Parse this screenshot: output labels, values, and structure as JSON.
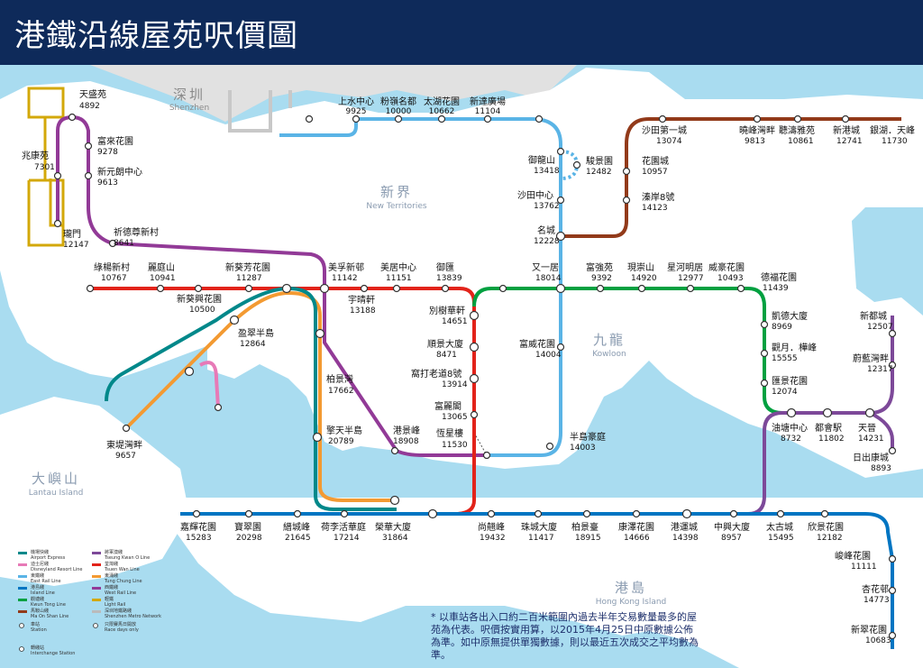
{
  "header": {
    "title": "港鐵沿線屋苑呎價圖"
  },
  "regions": {
    "shenzhen": {
      "cn": "深圳",
      "en": "Shenzhen"
    },
    "new_territories": {
      "cn": "新界",
      "en": "New Territories"
    },
    "kowloon": {
      "cn": "九龍",
      "en": "Kowloon"
    },
    "lantau": {
      "cn": "大嶼山",
      "en": "Lantau Island"
    },
    "hk_island": {
      "cn": "港島",
      "en": "Hong Kong Island"
    }
  },
  "line_colors": {
    "east_rail": "#5ab4e6",
    "west_rail": "#923a97",
    "tsuen_wan": "#e2231a",
    "kwun_tong": "#00a040",
    "island": "#0075c2",
    "tung_chung": "#f39a32",
    "airport_express": "#00888a",
    "ma_on_shan": "#923a1a",
    "tseung_kwan_o": "#7d4999",
    "disneyland": "#e77ab7",
    "light_rail": "#d3a809"
  },
  "stations": [
    {
      "id": "tin-shui-wai",
      "name": "天盛苑",
      "price": "4892"
    },
    {
      "id": "fu-lai",
      "name": "富來花園",
      "price": "9278"
    },
    {
      "id": "siu-hong",
      "name": "兆康苑",
      "price": "7301"
    },
    {
      "id": "yuen-long",
      "name": "新元朗中心",
      "price": "9613"
    },
    {
      "id": "tuen-mun",
      "name": "瓏門",
      "price": "12147"
    },
    {
      "id": "kam-sheung-road",
      "name": "祈德尊新村",
      "price": "8641"
    },
    {
      "id": "sheung-shui",
      "name": "上水中心",
      "price": "9925"
    },
    {
      "id": "fanling",
      "name": "粉嶺名都",
      "price": "10000"
    },
    {
      "id": "tai-wo",
      "name": "太湖花園",
      "price": "10662"
    },
    {
      "id": "tai-po-market",
      "name": "新達廣場",
      "price": "11104"
    },
    {
      "id": "university",
      "name": "御龍山",
      "price": "13418"
    },
    {
      "id": "racecourse",
      "name": "駿景園",
      "price": "12482"
    },
    {
      "id": "sha-tin",
      "name": "沙田中心",
      "price": "13762"
    },
    {
      "id": "tai-wai",
      "name": "名城",
      "price": "12228"
    },
    {
      "id": "shek-mun",
      "name": "沙田第一城",
      "price": "13074"
    },
    {
      "id": "city-one",
      "name": "花園城",
      "price": "10957"
    },
    {
      "id": "heng-on",
      "name": "曉峰灣畔",
      "price": "9813"
    },
    {
      "id": "ma-on-shan",
      "name": "聽濤雅苑",
      "price": "10861"
    },
    {
      "id": "wu-kai-sha",
      "name": "新港城",
      "price": "12741"
    },
    {
      "id": "wu-kai-sha2",
      "name": "銀湖．天峰",
      "price": "11730"
    },
    {
      "id": "che-kung-temple",
      "name": "溱岸8號",
      "price": "14123"
    },
    {
      "id": "tsuen-wan-west",
      "name": "綠楊新村",
      "price": "10767"
    },
    {
      "id": "tsuen-wan",
      "name": "麗庭山",
      "price": "10941"
    },
    {
      "id": "tai-wo-hau",
      "name": "新葵芳花園",
      "price": "11287"
    },
    {
      "id": "kwai-hing",
      "name": "新葵興花園",
      "price": "10500"
    },
    {
      "id": "mei-foo",
      "name": "美孚新邨",
      "price": "11142"
    },
    {
      "id": "cheung-sha-wan",
      "name": "美居中心",
      "price": "11151"
    },
    {
      "id": "sham-shui-po",
      "name": "御匯",
      "price": "13839"
    },
    {
      "id": "lai-chi-kok",
      "name": "宇晴軒",
      "price": "13188"
    },
    {
      "id": "kowloon-tong",
      "name": "又一居",
      "price": "18014"
    },
    {
      "id": "lok-fu",
      "name": "富強苑",
      "price": "9392"
    },
    {
      "id": "wong-tai-sin",
      "name": "現崇山",
      "price": "14920"
    },
    {
      "id": "diamond-hill",
      "name": "星河明居",
      "price": "12977"
    },
    {
      "id": "choi-hung",
      "name": "威豪花園",
      "price": "10493"
    },
    {
      "id": "kowloon-bay",
      "name": "德福花園",
      "price": "11439"
    },
    {
      "id": "ngau-tau-kok",
      "name": "凱德大廈",
      "price": "8969"
    },
    {
      "id": "kwun-tong",
      "name": "觀月．樺峰",
      "price": "15555"
    },
    {
      "id": "lam-tin",
      "name": "匯景花園",
      "price": "12074"
    },
    {
      "id": "yau-tong",
      "name": "油塘中心",
      "price": "8732"
    },
    {
      "id": "tiu-keng-leng",
      "name": "都會駅",
      "price": "11802"
    },
    {
      "id": "tseung-kwan-o",
      "name": "天晉",
      "price": "14231"
    },
    {
      "id": "po-lam",
      "name": "新都城",
      "price": "12507"
    },
    {
      "id": "hang-hau",
      "name": "蔚藍灣畔",
      "price": "12317"
    },
    {
      "id": "lohas-park",
      "name": "日出康城",
      "price": "8893"
    },
    {
      "id": "tsing-yi",
      "name": "盈翠半島",
      "price": "12864"
    },
    {
      "id": "tung-chung",
      "name": "東堤灣畔",
      "price": "9657"
    },
    {
      "id": "nam-cheong",
      "name": "柏景灣",
      "price": "17662"
    },
    {
      "id": "olympic",
      "name": "擎天半島",
      "price": "20789"
    },
    {
      "id": "austin",
      "name": "港景峰",
      "price": "18908"
    },
    {
      "id": "east-tst",
      "name": "恆星樓",
      "price": "11530"
    },
    {
      "id": "hung-hom",
      "name": "半島豪庭",
      "price": "14003"
    },
    {
      "id": "prince-edward",
      "name": "別樹華軒",
      "price": "14651"
    },
    {
      "id": "mong-kok",
      "name": "順景大廈",
      "price": "8471"
    },
    {
      "id": "yau-ma-tei",
      "name": "窩打老道8號",
      "price": "13914"
    },
    {
      "id": "jordan",
      "name": "富麗閣",
      "price": "13065"
    },
    {
      "id": "ho-man-tin",
      "name": "富威花園",
      "price": "14004"
    },
    {
      "id": "kennedy-town",
      "name": "嘉輝花園",
      "price": "15283"
    },
    {
      "id": "hku",
      "name": "寶翠園",
      "price": "20298"
    },
    {
      "id": "sai-ying-pun",
      "name": "縉城峰",
      "price": "21645"
    },
    {
      "id": "sheung-wan",
      "name": "荷李活華庭",
      "price": "17214"
    },
    {
      "id": "central",
      "name": "榮華大廈",
      "price": "31864"
    },
    {
      "id": "wan-chai",
      "name": "尚翹峰",
      "price": "19432"
    },
    {
      "id": "causeway-bay",
      "name": "珠城大廈",
      "price": "11417"
    },
    {
      "id": "tin-hau",
      "name": "柏景臺",
      "price": "18915"
    },
    {
      "id": "fortress-hill",
      "name": "康澤花園",
      "price": "14666"
    },
    {
      "id": "north-point",
      "name": "港運城",
      "price": "14398"
    },
    {
      "id": "quarry-bay",
      "name": "中興大廈",
      "price": "8957"
    },
    {
      "id": "tai-koo",
      "name": "太古城",
      "price": "15495"
    },
    {
      "id": "sai-wan-ho",
      "name": "欣景花園",
      "price": "12182"
    },
    {
      "id": "shau-kei-wan",
      "name": "峻峰花園",
      "price": "11111"
    },
    {
      "id": "heng-fa-chuen",
      "name": "杏花邨",
      "price": "14773"
    },
    {
      "id": "chai-wan",
      "name": "新翠花園",
      "price": "10683"
    }
  ],
  "legend": [
    {
      "cn": "機場快綫",
      "en": "Airport Express",
      "color": "#00888a"
    },
    {
      "cn": "將軍澳綫",
      "en": "Tseung Kwan O Line",
      "color": "#7d4999"
    },
    {
      "cn": "迪士尼綫",
      "en": "Disneyland Resort Line",
      "color": "#e77ab7"
    },
    {
      "cn": "荃灣綫",
      "en": "Tsuen Wan Line",
      "color": "#e2231a"
    },
    {
      "cn": "東鐵綫",
      "en": "East Rail Line",
      "color": "#5ab4e6"
    },
    {
      "cn": "東涌綫",
      "en": "Tung Chung Line",
      "color": "#f39a32"
    },
    {
      "cn": "港島綫",
      "en": "Island Line",
      "color": "#0075c2"
    },
    {
      "cn": "西鐵綫",
      "en": "West Rail Line",
      "color": "#923a97"
    },
    {
      "cn": "觀塘綫",
      "en": "Kwun Tong Line",
      "color": "#00a040"
    },
    {
      "cn": "輕鐵",
      "en": "Light Rail",
      "color": "#d3a809"
    },
    {
      "cn": "馬鞍山綫",
      "en": "Ma On Shan Line",
      "color": "#923a1a"
    },
    {
      "cn": "深圳地鐵路綫",
      "en": "Shenzhen Metro Network",
      "color": "#bbbbbb"
    }
  ],
  "legend_symbols": [
    {
      "cn": "車站",
      "en": "Station"
    },
    {
      "cn": "只限賽馬日開放",
      "en": "Race days only"
    },
    {
      "cn": "轉綫站",
      "en": "Interchange Station"
    }
  ],
  "note": "* 以車站各出入口約二百米範圍內過去半年交易數量最多的屋苑為代表。呎價按實用算，以2015年4月25日中原數據公佈為準。如中原無提供單獨數據，則以最近五次成交之平均數為準。"
}
